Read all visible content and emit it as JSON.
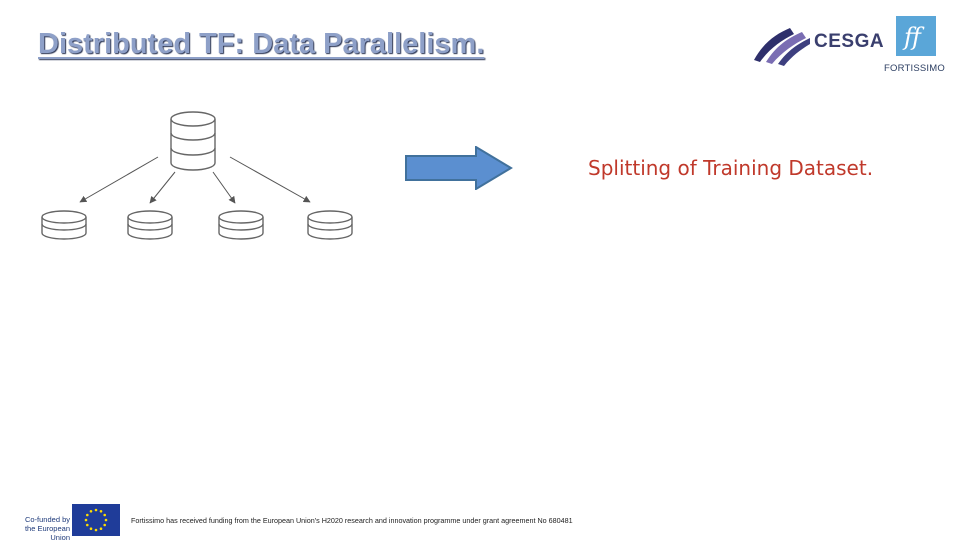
{
  "slide": {
    "title": "Distributed TF: Data Parallelism.",
    "subtitle": "Splitting of Training Dataset."
  },
  "logos": {
    "cesga": "CESGA",
    "fortissimo": "FORTISSIMO"
  },
  "footer": {
    "eu_label_line1": "Co-funded by",
    "eu_label_line2": "the European Union",
    "funding_text": "Fortissimo has received funding from the European Union's H2020 research and innovation programme under grant agreement No 680481"
  },
  "colors": {
    "title": "#8ea0c8",
    "subtitle": "#c0392b",
    "arrow_fill": "#5b8fd0",
    "arrow_stroke": "#41719c",
    "eu_blue": "#1f3c99",
    "eu_star": "#ffdd00"
  },
  "icons": {
    "database": "database-cylinder-icon",
    "arrow": "right-arrow-icon"
  }
}
